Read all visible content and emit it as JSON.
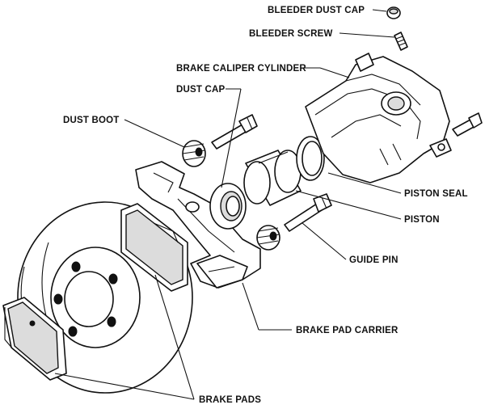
{
  "labels": {
    "bleeder_dust_cap": "BLEEDER DUST CAP",
    "bleeder_screw": "BLEEDER SCREW",
    "brake_caliper_cylinder": "BRAKE CALIPER CYLINDER",
    "dust_cap": "DUST CAP",
    "dust_boot": "DUST BOOT",
    "piston_seal": "PISTON SEAL",
    "piston": "PISTON",
    "guide_pin": "GUIDE PIN",
    "brake_pad_carrier": "BRAKE PAD CARRIER",
    "brake_pads": "BRAKE PADS"
  },
  "colors": {
    "ink": "#111111",
    "paper": "#ffffff",
    "shade": "#dcdcdc"
  }
}
